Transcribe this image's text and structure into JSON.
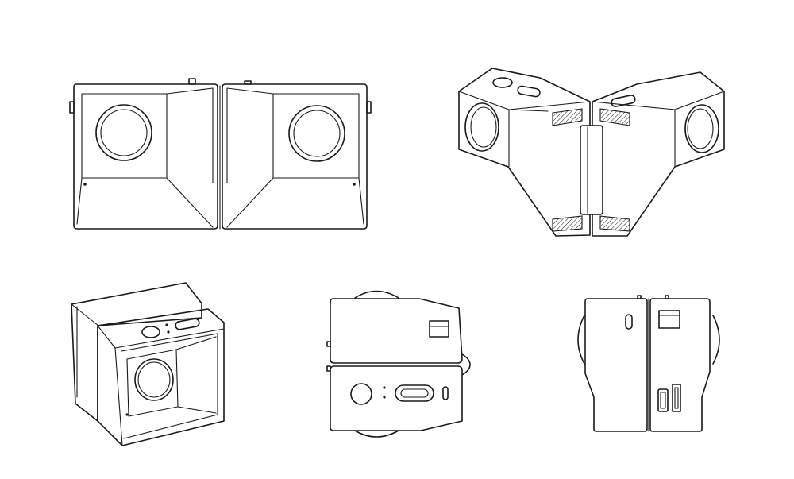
{
  "figure": {
    "colors": {
      "background": "#ffffff",
      "line": "#1a1a1a"
    },
    "views": [
      {
        "name": "front-view-open"
      },
      {
        "name": "isometric-view-folded"
      },
      {
        "name": "isometric-view-closed"
      },
      {
        "name": "top-view"
      },
      {
        "name": "side-view"
      }
    ]
  }
}
